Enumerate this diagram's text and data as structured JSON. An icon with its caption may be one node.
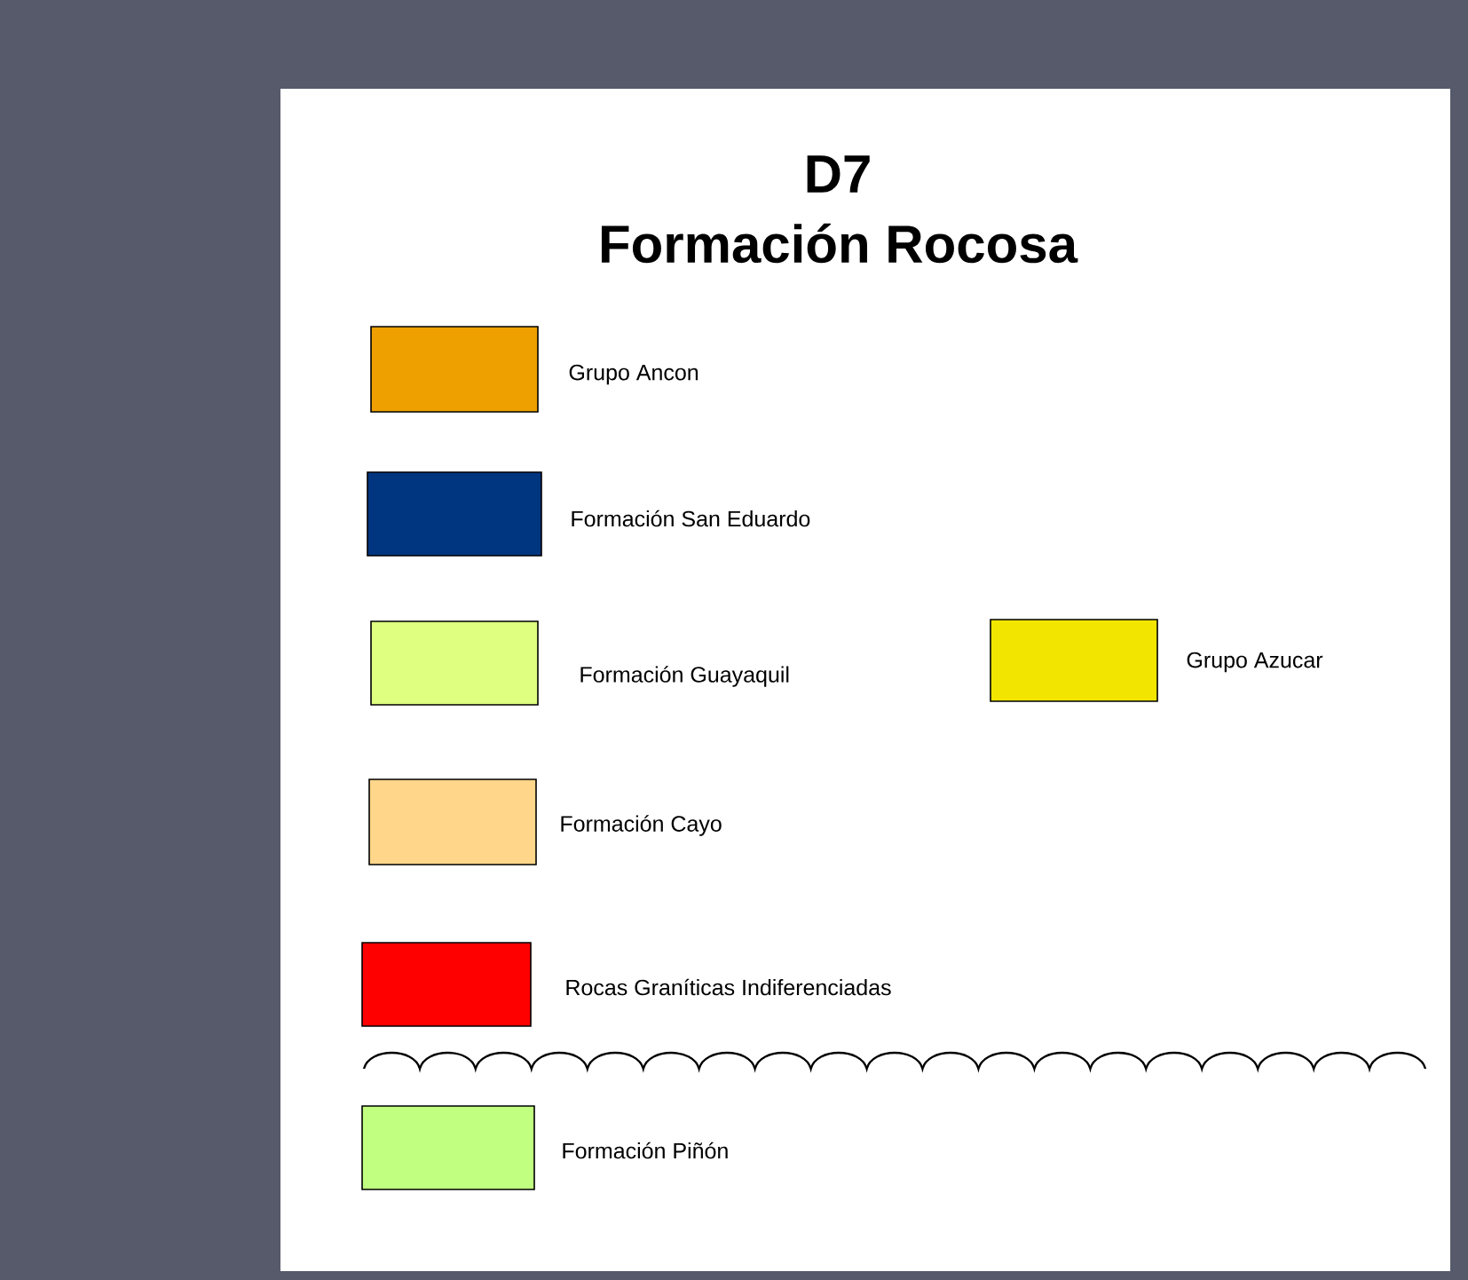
{
  "diagram": {
    "title": "D7",
    "labels": [
      "Formación Rocosa"
    ],
    "legend": [
      {
        "text": "Grupo Ancon",
        "color": "#eda000"
      },
      {
        "text": "Formación San Eduardo",
        "color": "#003580"
      },
      {
        "text": "Formación Guayaquil",
        "color": "#deff80"
      },
      {
        "text": "Grupo Azucar",
        "color": "#f2e600"
      },
      {
        "text": "Formación Cayo",
        "color": "#ffd68a"
      },
      {
        "text": "Rocas Graníticas Indiferenciadas",
        "color": "#ff0000"
      },
      {
        "text": "Formación Piñón",
        "color": "#c0ff80"
      }
    ]
  }
}
